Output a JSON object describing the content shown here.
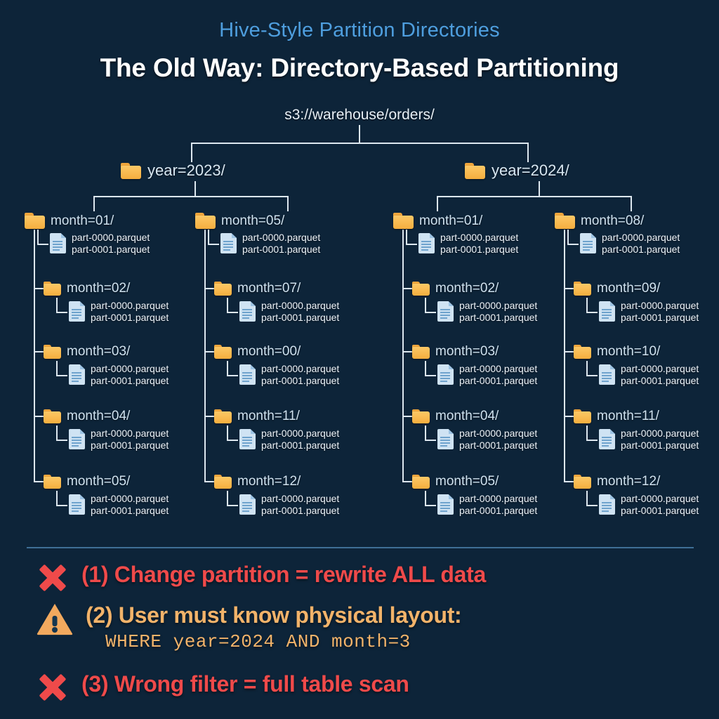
{
  "header": {
    "kicker": "Hive-Style Partition Directories",
    "title": "The Old Way: Directory-Based Partitioning"
  },
  "tree": {
    "root_label": "s3://warehouse/orders/",
    "years": [
      {
        "label": "year=2023/",
        "icon": "folder-icon"
      },
      {
        "label": "year=2024/",
        "icon": "folder-icon"
      }
    ],
    "file_names": [
      "part-0000.parquet",
      "part-0001.parquet"
    ],
    "columns": [
      {
        "name": "col-2023-a",
        "months": [
          {
            "label": "month=01/"
          },
          {
            "label": "month=02/"
          },
          {
            "label": "month=03/"
          },
          {
            "label": "month=04/"
          },
          {
            "label": "month=05/"
          }
        ]
      },
      {
        "name": "col-2023-b",
        "months": [
          {
            "label": "month=05/"
          },
          {
            "label": "month=07/"
          },
          {
            "label": "month=00/"
          },
          {
            "label": "month=11/"
          },
          {
            "label": "month=12/"
          }
        ]
      },
      {
        "name": "col-2024-a",
        "months": [
          {
            "label": "month=01/"
          },
          {
            "label": "month=02/"
          },
          {
            "label": "month=03/"
          },
          {
            "label": "month=04/"
          },
          {
            "label": "month=05/"
          }
        ]
      },
      {
        "name": "col-2024-b",
        "months": [
          {
            "label": "month=08/"
          },
          {
            "label": "month=09/"
          },
          {
            "label": "month=10/"
          },
          {
            "label": "month=11/"
          },
          {
            "label": "month=12/"
          }
        ]
      }
    ]
  },
  "problems": [
    {
      "icon": "x-mark-icon",
      "text": "(1) Change partition = rewrite ALL data",
      "color": "#ef4a4a",
      "sub": ""
    },
    {
      "icon": "warning-triangle-icon",
      "text": "(2) User must know physical layout:",
      "color": "#f2b36a",
      "sub": "WHERE year=2024 AND month=3"
    },
    {
      "icon": "x-mark-icon",
      "text": "(3) Wrong filter = full table scan",
      "color": "#ef4a4a",
      "sub": ""
    }
  ],
  "colors": {
    "background": "#0d2439",
    "kicker": "#4e9ede",
    "title": "#ffffff",
    "folder": "#f5ae3e",
    "file": "#cfe3f3",
    "line": "#dde7ef",
    "divider": "#3f6f96",
    "error": "#ef4a4a",
    "warning": "#f2b36a"
  }
}
